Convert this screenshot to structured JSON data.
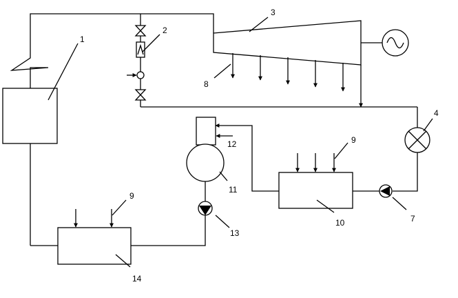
{
  "labels": {
    "boiler": "1",
    "reduction_cooling_unit": "2",
    "steam_turbine": "3",
    "condenser_cooler": "4",
    "pump_7": "7",
    "steam_extractions": "8",
    "heat_inputs_upper": "9",
    "heat_inputs_lower": "9",
    "heat_exchanger_10": "10",
    "deaerator_tank": "11",
    "deaerator_column": "12",
    "pump_13": "13",
    "heat_exchanger_14": "14"
  },
  "icons": {
    "generator": "sine-wave-circle-icon",
    "valve": "bowtie-valve-icon",
    "pump": "triangle-pump-icon",
    "cooler": "crossed-circle-icon",
    "arrow": "arrow-head-icon"
  }
}
